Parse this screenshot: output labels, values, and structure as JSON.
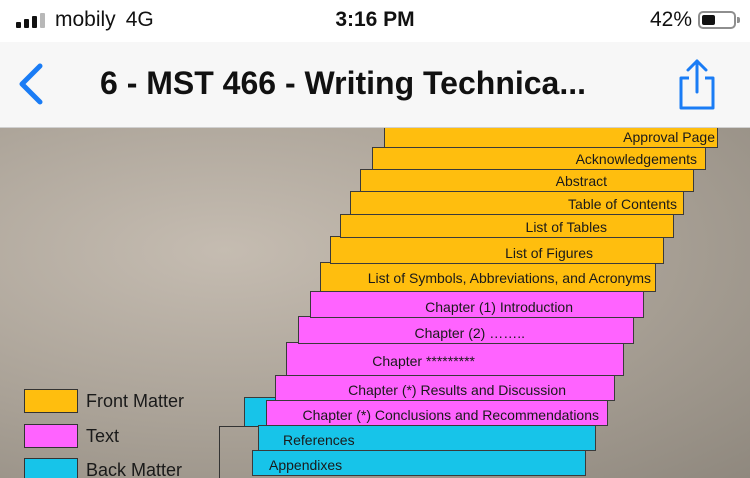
{
  "status_bar": {
    "carrier": "mobily",
    "network": "4G",
    "time": "3:16 PM",
    "battery_percent": "42%",
    "battery_level": 0.42,
    "signal_bars": 3
  },
  "nav": {
    "title": "6 - MST 466 - Writing Technica...",
    "back_icon": "chevron-left-icon",
    "share_icon": "share-icon"
  },
  "slide": {
    "front_matter": [
      "Approval Page",
      "Acknowledgements",
      "Abstract",
      "Table of Contents",
      "List of Tables",
      "List of Figures",
      "List of Symbols, Abbreviations, and Acronyms"
    ],
    "text": [
      "Chapter (1) Introduction",
      "Chapter (2) ……..",
      "Chapter *********",
      "Chapter (*) Results and Discussion",
      "Chapter (*) Conclusions and Recommendations"
    ],
    "back_matter": [
      "References",
      "Appendixes"
    ],
    "legend": [
      {
        "label": "Front Matter",
        "color": "#ffbe0e"
      },
      {
        "label": "Text",
        "color": "#ff63ff"
      },
      {
        "label": "Back Matter",
        "color": "#17c4e9"
      }
    ]
  }
}
